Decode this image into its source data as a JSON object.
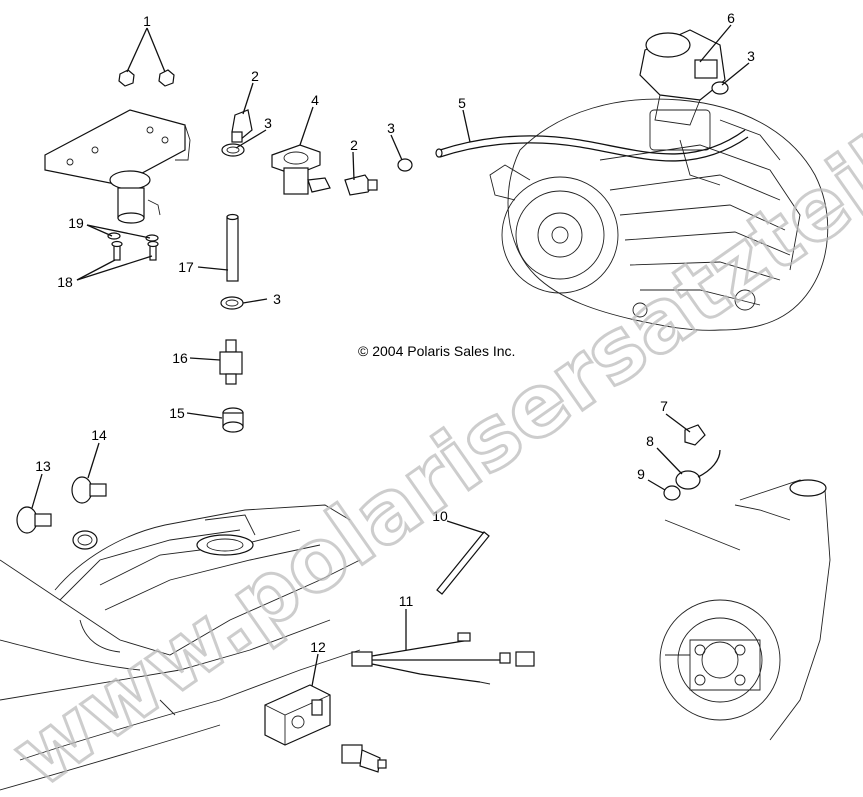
{
  "copyright": "© 2004 Polaris Sales Inc.",
  "watermark": "www.polarisersatzteile.de",
  "callouts": [
    {
      "id": "c1",
      "label": "1"
    },
    {
      "id": "c2a",
      "label": "2"
    },
    {
      "id": "c3a",
      "label": "3"
    },
    {
      "id": "c4",
      "label": "4"
    },
    {
      "id": "c2b",
      "label": "2"
    },
    {
      "id": "c3b",
      "label": "3"
    },
    {
      "id": "c5",
      "label": "5"
    },
    {
      "id": "c6",
      "label": "6"
    },
    {
      "id": "c3c",
      "label": "3"
    },
    {
      "id": "c19",
      "label": "19"
    },
    {
      "id": "c18",
      "label": "18"
    },
    {
      "id": "c17",
      "label": "17"
    },
    {
      "id": "c3d",
      "label": "3"
    },
    {
      "id": "c16",
      "label": "16"
    },
    {
      "id": "c15",
      "label": "15"
    },
    {
      "id": "c7",
      "label": "7"
    },
    {
      "id": "c8",
      "label": "8"
    },
    {
      "id": "c9",
      "label": "9"
    },
    {
      "id": "c14",
      "label": "14"
    },
    {
      "id": "c13",
      "label": "13"
    },
    {
      "id": "c10",
      "label": "10"
    },
    {
      "id": "c11",
      "label": "11"
    },
    {
      "id": "c12",
      "label": "12"
    }
  ]
}
